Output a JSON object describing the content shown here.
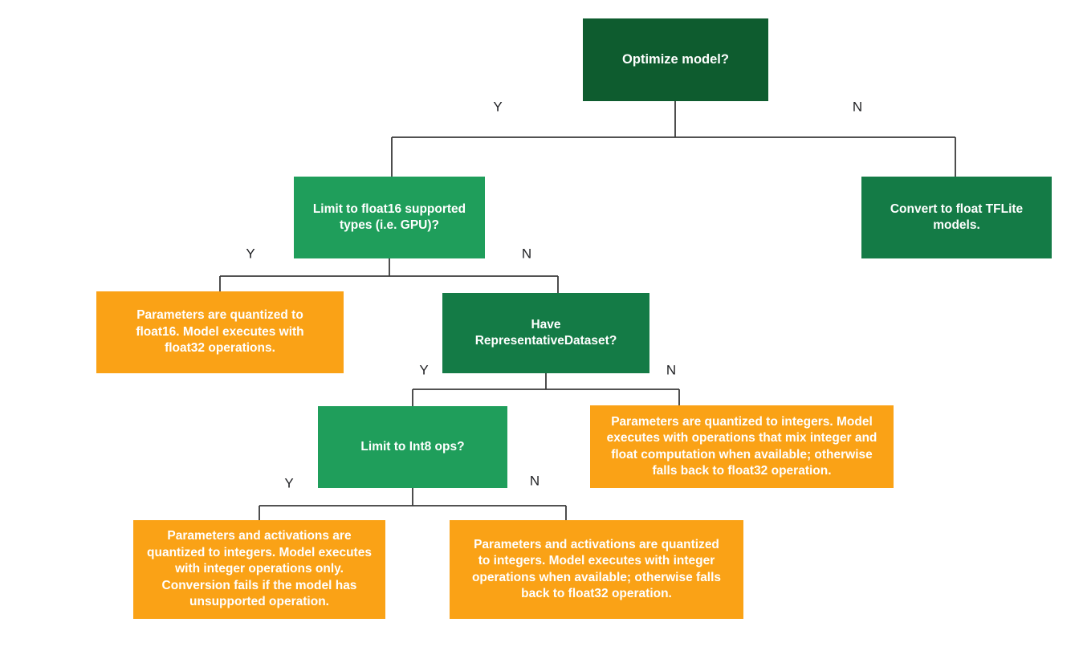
{
  "colors": {
    "background": "#ffffff",
    "dark_green": "#0e5c2f",
    "medium_green": "#147b46",
    "bright_green": "#1f9e5b",
    "orange": "#faa216",
    "connector_line": "#3a3a3a",
    "box_text": "#ffffff",
    "edge_label_text": "#202124"
  },
  "diagram": {
    "type": "decision-tree",
    "nodes": [
      {
        "id": "optimize-model",
        "kind": "decision",
        "label": "Optimize model?"
      },
      {
        "id": "limit-float16",
        "kind": "decision",
        "label": "Limit to float16 supported types (i.e. GPU)?"
      },
      {
        "id": "convert-float-tflite",
        "kind": "action",
        "label": "Convert to float TFLite models."
      },
      {
        "id": "float16-outcome",
        "kind": "outcome",
        "label": "Parameters are quantized to float16. Model executes with float32 operations."
      },
      {
        "id": "have-representative-dataset",
        "kind": "decision",
        "label": "Have RepresentativeDataset?"
      },
      {
        "id": "limit-int8-ops",
        "kind": "decision",
        "label": "Limit to Int8 ops?"
      },
      {
        "id": "mixed-int-float-outcome",
        "kind": "outcome",
        "label": "Parameters are quantized to integers. Model executes with operations that mix integer and float computation when available; otherwise falls back to float32 operation."
      },
      {
        "id": "int8-only-outcome",
        "kind": "outcome",
        "label": "Parameters and activations are quantized to integers. Model executes with integer operations only. Conversion fails if the model has unsupported operation."
      },
      {
        "id": "int8-fallback-outcome",
        "kind": "outcome",
        "label": "Parameters and activations are quantized to integers. Model executes with integer operations when available; otherwise falls back to float32 operation."
      }
    ],
    "edge_labels": [
      {
        "from": "optimize-model",
        "branch": "yes",
        "label": "Y"
      },
      {
        "from": "optimize-model",
        "branch": "no",
        "label": "N"
      },
      {
        "from": "limit-float16",
        "branch": "yes",
        "label": "Y"
      },
      {
        "from": "limit-float16",
        "branch": "no",
        "label": "N"
      },
      {
        "from": "have-representative-dataset",
        "branch": "yes",
        "label": "Y"
      },
      {
        "from": "have-representative-dataset",
        "branch": "no",
        "label": "N"
      },
      {
        "from": "limit-int8-ops",
        "branch": "yes",
        "label": "Y"
      },
      {
        "from": "limit-int8-ops",
        "branch": "no",
        "label": "N"
      }
    ]
  }
}
